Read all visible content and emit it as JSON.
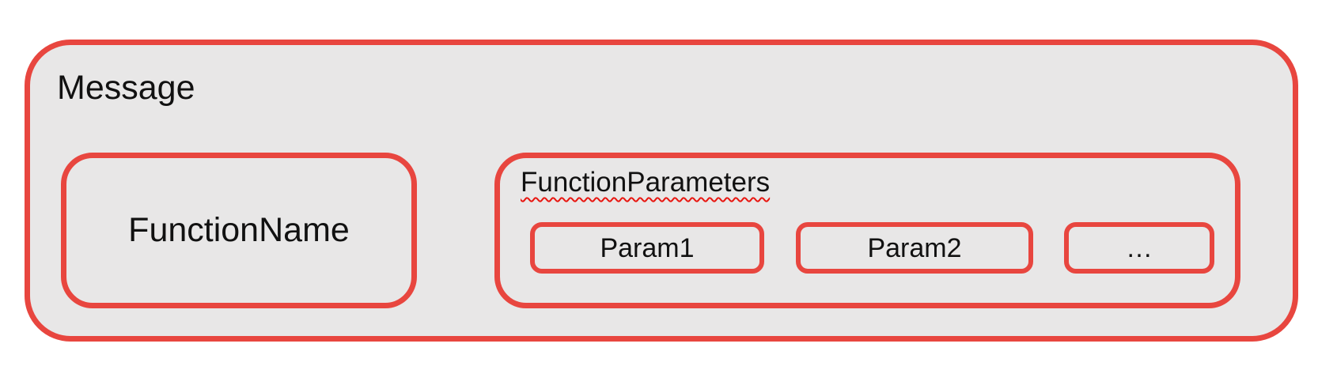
{
  "colors": {
    "outline_red": "#e8463f",
    "squiggle_red": "#e81610",
    "fill_gray": "#e8e7e7",
    "text_black": "#111111",
    "page_white": "#ffffff"
  },
  "diagram": {
    "message_label": "Message",
    "function_name_label": "FunctionName",
    "function_parameters_label": "FunctionParameters",
    "params": [
      {
        "label": "Param1"
      },
      {
        "label": "Param2"
      },
      {
        "label": "…"
      }
    ]
  }
}
